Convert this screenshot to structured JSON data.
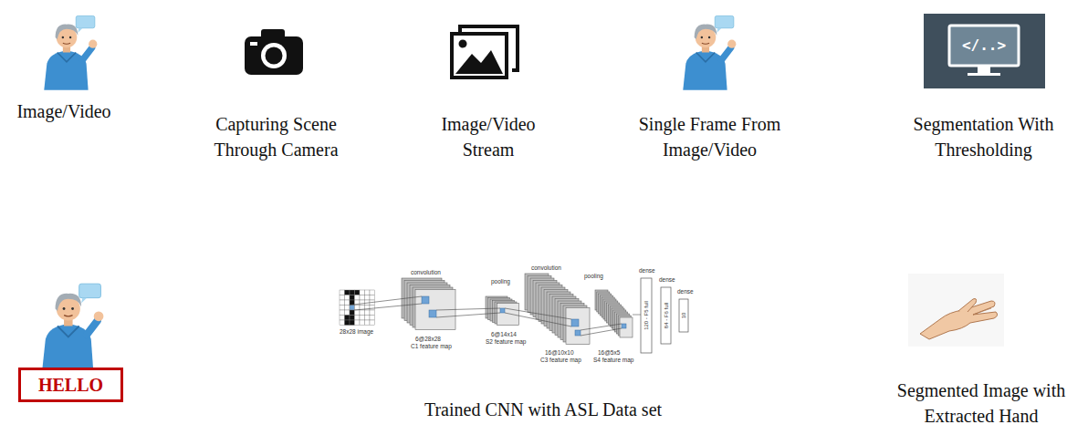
{
  "diagram": {
    "nodes": [
      {
        "text": [
          "Image/Video"
        ]
      },
      {
        "text": [
          "Capturing Scene Through Camera"
        ]
      },
      {
        "text": [
          "Image/Video Stream"
        ]
      },
      {
        "text": [
          "Single Frame From Image/Video"
        ]
      },
      {
        "text": [
          "Segmentation With Thresholding"
        ]
      },
      {
        "text": [
          "Segmented Image with Extracted Hand"
        ]
      },
      {
        "text": [
          "Trained CNN with ASL Data set"
        ]
      },
      {
        "text": [
          "HELLO"
        ]
      }
    ],
    "edges": [
      {
        "from": 0,
        "to": 1,
        "arrow": "to"
      },
      {
        "from": 1,
        "to": 2,
        "arrow": "to"
      },
      {
        "from": 2,
        "to": 3,
        "arrow": "to"
      },
      {
        "from": 3,
        "to": 4,
        "arrow": "to"
      },
      {
        "from": 4,
        "to": 5,
        "arrow": "to"
      },
      {
        "from": 5,
        "to": 6,
        "arrow": "to"
      },
      {
        "from": 6,
        "to": 7,
        "arrow": "to"
      }
    ],
    "labels": [
      "</..>",
      "convolution",
      "pooling",
      "convolution",
      "pooling",
      "dense",
      "dense",
      "dense",
      "28x28 image",
      "6@28x28",
      "C1 feature map",
      "6@14x14",
      "S2 feature map",
      "16@10x10",
      "C3 feature map",
      "16@5x5",
      "S4 feature map",
      "120 - F5 full",
      "84 - F6 full",
      "10"
    ]
  }
}
